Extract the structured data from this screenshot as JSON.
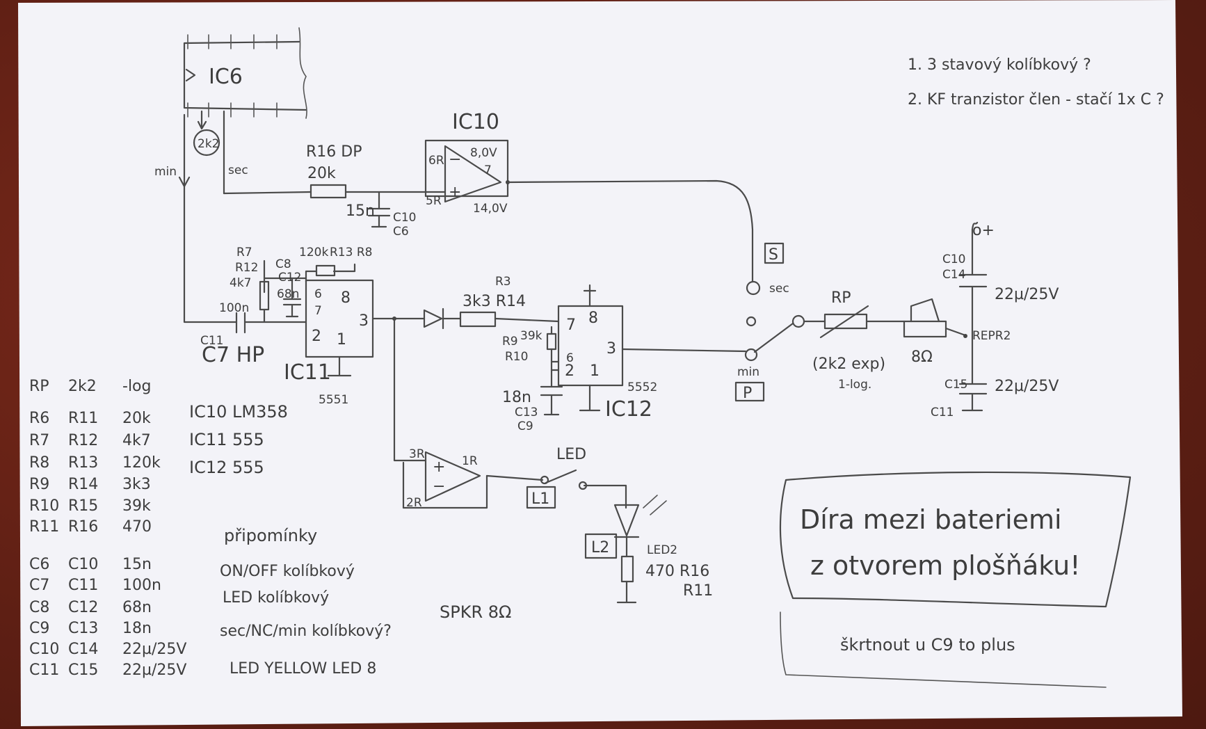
{
  "ic_labels": {
    "ic6": "IC6",
    "ic10": "IC10",
    "ic11": "IC11",
    "ic12": "IC12",
    "ic11_part": "5551",
    "ic12_part": "5552"
  },
  "pins": {
    "ic10_in_minus": "6R",
    "ic10_in_plus": "5R",
    "ic10_out": "7",
    "ic10_v_top": "8,0V",
    "ic10_v_bot": "14,0V",
    "ic11_pin6": "6",
    "ic11_pin7": "7",
    "ic11_pin8": "8",
    "ic11_pin2": "2",
    "ic11_pin1": "1",
    "ic11_pin3": "3",
    "ic12_pin7": "7",
    "ic12_pin8": "8",
    "ic12_pin6": "6",
    "ic12_pin2": "2",
    "ic12_pin1": "1",
    "ic12_pin3": "3",
    "opamp2_in_plus": "3R",
    "opamp2_in_minus": "2R",
    "opamp2_out": "1R",
    "plus_sign": "+"
  },
  "components": {
    "ic6_tap": "2k2",
    "wire_min": "min",
    "wire_sec": "sec",
    "r16_label": "R16 DP",
    "r16_value": "20k",
    "c_15n": "15n",
    "c10_label": "C10",
    "c6_label": "C6",
    "r7_label": "R7",
    "r12_label": "R12",
    "r7_value": "4k7",
    "c8_label": "C8",
    "c12_label": "C12",
    "c8_value": "68n",
    "r8_value": "120k",
    "r13_r8_label": "R13 R8",
    "c_100n": "100n",
    "c11_label": "C11",
    "c7_label": "C7 HP",
    "r3_label": "R3",
    "r3_value": "3k3 R14",
    "r9_label": "R9",
    "r9_value": "39k",
    "r10_label": "R10",
    "c9_value": "18n",
    "c9_label": "C9",
    "c13_label": "C13",
    "led_label": "LED",
    "l1_label": "L1",
    "l2_label": "L2",
    "led2_label": "LED2",
    "r_led_value": "470 R16",
    "r_led_label": "R11",
    "sw_s_label": "S",
    "sw_sec": "sec",
    "sw_min": "min",
    "sw_p_label": "P",
    "rp_label": "RP",
    "rp_value": "(2k2 exp)",
    "rp_log": "1-log.",
    "spk_value": "8Ω",
    "speaker_label": "REPR2",
    "c10b_label": "C10",
    "c14_label": "C14",
    "c10b_value": "22µ/25V",
    "c11b_label": "C11",
    "c15_label": "C15",
    "c11b_value": "22µ/25V",
    "plus_top": "o+"
  },
  "parts_list": [
    {
      "a": "RP",
      "b": "2k2",
      "c": "-log"
    },
    {
      "a": "R6",
      "b": "R11",
      "c": "20k"
    },
    {
      "a": "R7",
      "b": "R12",
      "c": "4k7"
    },
    {
      "a": "R8",
      "b": "R13",
      "c": "120k"
    },
    {
      "a": "R9",
      "b": "R14",
      "c": "3k3"
    },
    {
      "a": "R10",
      "b": "R15",
      "c": "39k"
    },
    {
      "a": "R11",
      "b": "R16",
      "c": "470"
    },
    {
      "a": "C6",
      "b": "C10",
      "c": "15n"
    },
    {
      "a": "C7",
      "b": "C11",
      "c": "100n"
    },
    {
      "a": "C8",
      "b": "C12",
      "c": "68n"
    },
    {
      "a": "C9",
      "b": "C13",
      "c": "18n"
    },
    {
      "a": "C10",
      "b": "C14",
      "c": "22µ/25V"
    },
    {
      "a": "C11",
      "b": "C15",
      "c": "22µ/25V"
    }
  ],
  "ic_list": [
    "IC10  LM358",
    "IC11  555",
    "IC12  555"
  ],
  "notes": {
    "header": "připomínky",
    "l1": "ON/OFF kolíbkový",
    "l2": "LED     kolíbkový",
    "l3": "sec/NC/min kolíbkový?",
    "l4": "LED      YELLOW LED 8",
    "spkr": "SPKR   8Ω",
    "top1": "1. 3 stavový kolíbkový ?",
    "top2": "2. KF tranzistor člen - stačí 1x C ?",
    "box1": "Díra mezi bateriemi",
    "box2": "z otvorem plošňáku!",
    "bottom": "škrtnout u C9 to plus"
  }
}
